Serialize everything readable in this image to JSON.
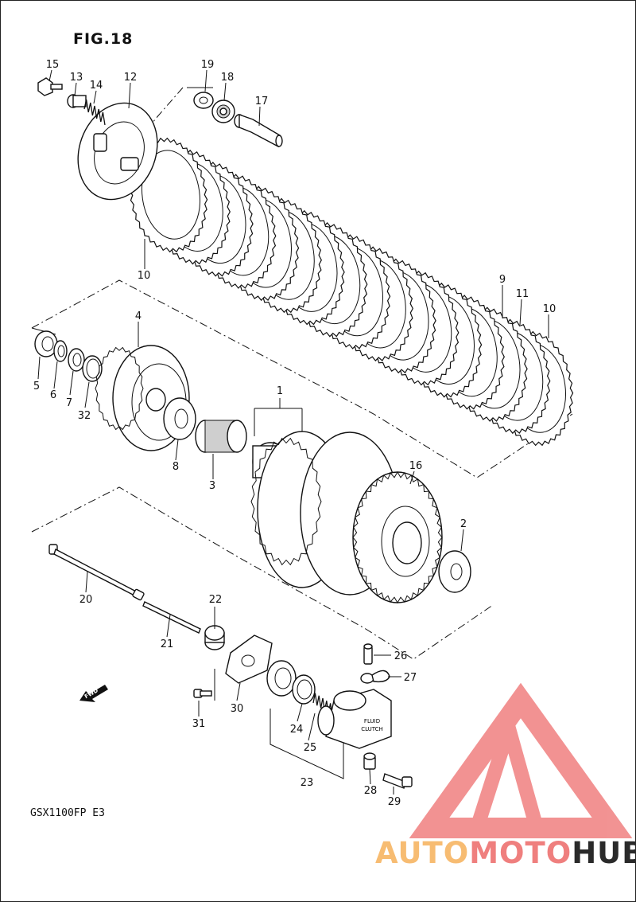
{
  "figure": {
    "title": "FIG.18",
    "model": "GSX1100FP  E3",
    "fwd_label": "FWD"
  },
  "watermark": {
    "part_a": "AUTO",
    "part_b": "MOTO",
    "part_c": "HUB",
    "colors": {
      "a": "#f7bc72",
      "b": "#ef7f7e",
      "c": "#2a2a2a",
      "logo": "#f08080"
    }
  },
  "callouts": [
    {
      "id": "c15",
      "text": "15"
    },
    {
      "id": "c13",
      "text": "13"
    },
    {
      "id": "c14",
      "text": "14"
    },
    {
      "id": "c12",
      "text": "12"
    },
    {
      "id": "c19",
      "text": "19"
    },
    {
      "id": "c18",
      "text": "18"
    },
    {
      "id": "c17",
      "text": "17"
    },
    {
      "id": "c10a",
      "text": "10"
    },
    {
      "id": "c9",
      "text": "9"
    },
    {
      "id": "c11",
      "text": "11"
    },
    {
      "id": "c10b",
      "text": "10"
    },
    {
      "id": "c4",
      "text": "4"
    },
    {
      "id": "c5",
      "text": "5"
    },
    {
      "id": "c6",
      "text": "6"
    },
    {
      "id": "c7",
      "text": "7"
    },
    {
      "id": "c32",
      "text": "32"
    },
    {
      "id": "c8",
      "text": "8"
    },
    {
      "id": "c1",
      "text": "1"
    },
    {
      "id": "c3",
      "text": "3"
    },
    {
      "id": "c16",
      "text": "16"
    },
    {
      "id": "c2",
      "text": "2"
    },
    {
      "id": "c20",
      "text": "20"
    },
    {
      "id": "c22",
      "text": "22"
    },
    {
      "id": "c21",
      "text": "21"
    },
    {
      "id": "c26",
      "text": "26"
    },
    {
      "id": "c27",
      "text": "27"
    },
    {
      "id": "c30",
      "text": "30"
    },
    {
      "id": "c31",
      "text": "31"
    },
    {
      "id": "c24",
      "text": "24"
    },
    {
      "id": "c25",
      "text": "25"
    },
    {
      "id": "c23",
      "text": "23"
    },
    {
      "id": "c28",
      "text": "28"
    },
    {
      "id": "c29",
      "text": "29"
    }
  ],
  "cylinder_text": {
    "line1": "FLUID",
    "line2": "CLUTCH"
  }
}
